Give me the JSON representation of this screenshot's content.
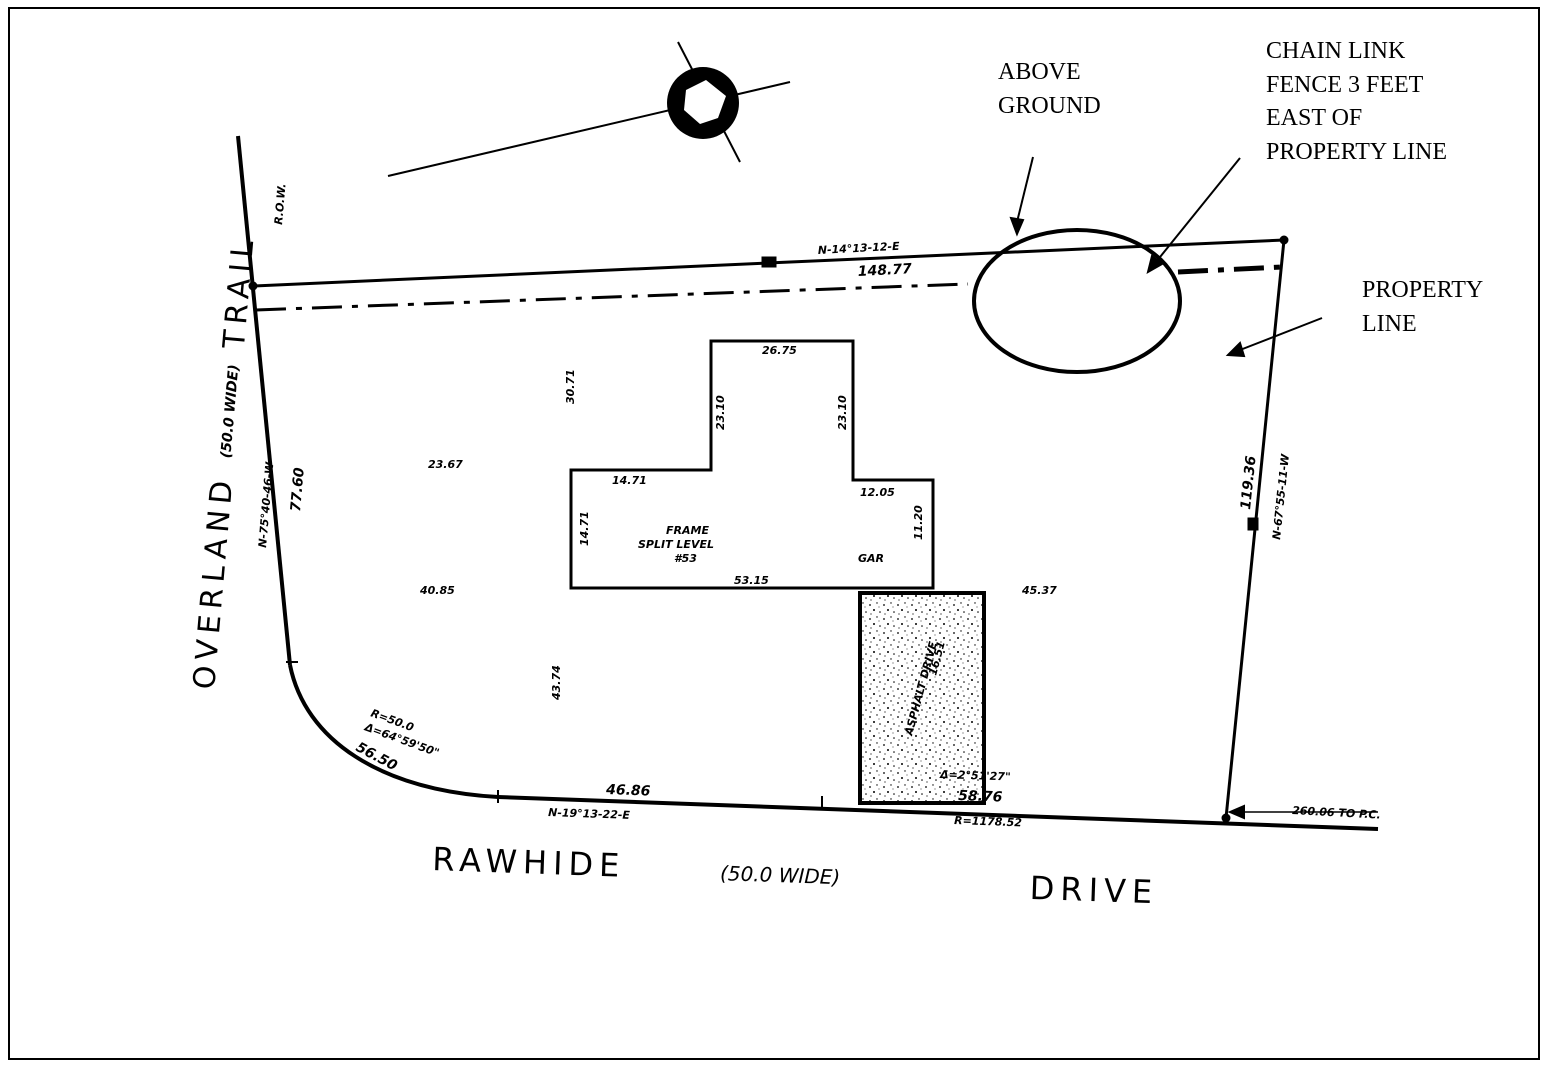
{
  "callouts": {
    "above_ground": [
      "ABOVE",
      "GROUND"
    ],
    "chain_link": [
      "CHAIN LINK",
      "FENCE 3 FEET",
      "EAST OF",
      "PROPERTY LINE"
    ],
    "property_line": [
      "PROPERTY",
      "LINE"
    ]
  },
  "streets": {
    "overland_a": "OVERLAND",
    "overland_width": "(50.0 WIDE)",
    "overland_b": "TRAIL",
    "overland_row": "R.O.W.",
    "rawhide_a": "RAWHIDE",
    "rawhide_width": "(50.0 WIDE)",
    "rawhide_b": "DRIVE"
  },
  "survey": {
    "north_bearing": "N-14°13-12-E",
    "north_length": "148.77",
    "west_bearing": "N-75°40-46-W",
    "west_length": "77.60",
    "east_bearing": "N-67°55-11-W",
    "east_length": "119.36",
    "curve_radius": "R=50.0",
    "curve_delta": "Δ=64°59'50\"",
    "curve_arc": "56.50",
    "south_bearing": "N-19°13-22-E",
    "south_length": "46.86",
    "arc2_delta": "Δ=2°51'27\"",
    "arc2_length": "58.76",
    "arc2_radius": "R=1178.52",
    "to_poc": "260.06 TO P.C."
  },
  "house": {
    "label_1": "FRAME",
    "label_2": "SPLIT LEVEL",
    "label_3": "#53",
    "garage": "GAR",
    "dim_top": "26.75",
    "dim_left_wing": "23.10",
    "dim_right_wing": "23.10",
    "dim_left_top": "14.71",
    "dim_right_top": "12.05",
    "dim_left_side": "14.71",
    "dim_right_side": "11.20",
    "dim_bottom": "53.15"
  },
  "setbacks": {
    "rear": "30.71",
    "left_upper": "23.67",
    "left_lower": "40.85",
    "front": "43.74",
    "right": "45.37"
  },
  "driveway": {
    "label": "ASPHALT DRIVE",
    "width": "16.51"
  }
}
